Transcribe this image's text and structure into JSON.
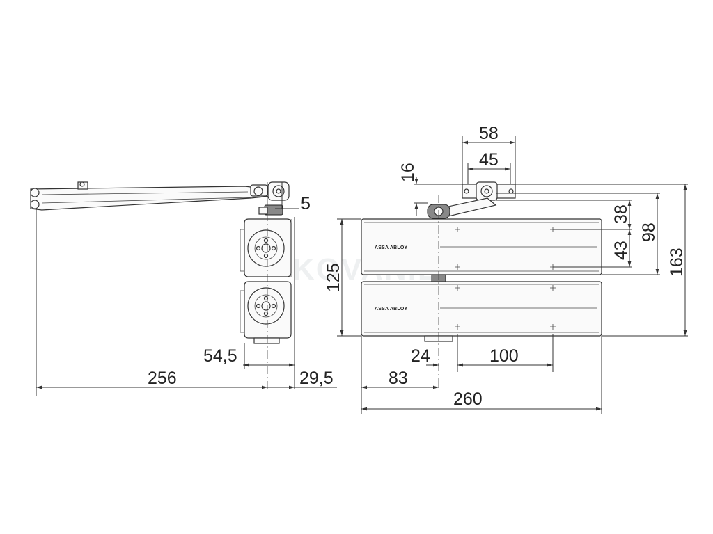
{
  "watermark": "KOVANIE",
  "brand_label": "ASSA ABLOY",
  "colors": {
    "line": "#333333",
    "body_fill": "#fafafa",
    "background": "#ffffff"
  },
  "dimensions": {
    "side_view": {
      "offset_5": "5",
      "width_54_5": "54,5",
      "arm_256": "256",
      "depth_29_5": "29,5"
    },
    "front_view": {
      "top_58": "58",
      "top_45": "45",
      "offset_16": "16",
      "right_38": "38",
      "right_43": "43",
      "right_98": "98",
      "right_163": "163",
      "left_125": "125",
      "bottom_24": "24",
      "bottom_100": "100",
      "bottom_83": "83",
      "bottom_260": "260"
    }
  }
}
